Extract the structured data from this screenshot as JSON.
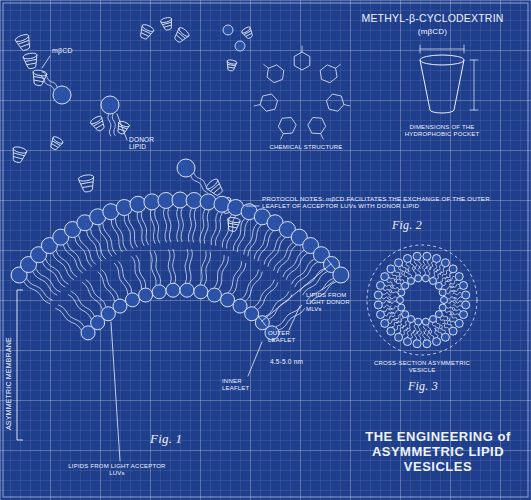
{
  "diagram": {
    "title": "THE ENGINEERING of ASYMMETRIC LIPID VESICLES",
    "labels": [
      "METHYL-β-CYCLODEXTRIN",
      "(mβCD)",
      "mβCD",
      "DONOR LIPID",
      "CHEMICAL STRUCTURE",
      "DIMENSIONS OF THE HYDROPHOBIC POCKET",
      "PROTOCOL NOTES: mβCD FACILITATES THE EXCHANGE OF THE OUTER LEAFLET OF ACCEPTOR LUVs WITH DONOR LIPID",
      "Fig. 2",
      "CROSS-SECTION ASYMMETRIC VESICLE",
      "Fig. 3",
      "ASYMMETRIC MEMBRANE",
      "LIPIDS FROM LIGHT DONOR MLVs",
      "OUTER LEAFLET",
      "INNER LEAFLET",
      "4.5-5.0 nm",
      "LIPIDS FROM LIGHT ACCEPTOR LUVs",
      "Fig. 1"
    ]
  }
}
